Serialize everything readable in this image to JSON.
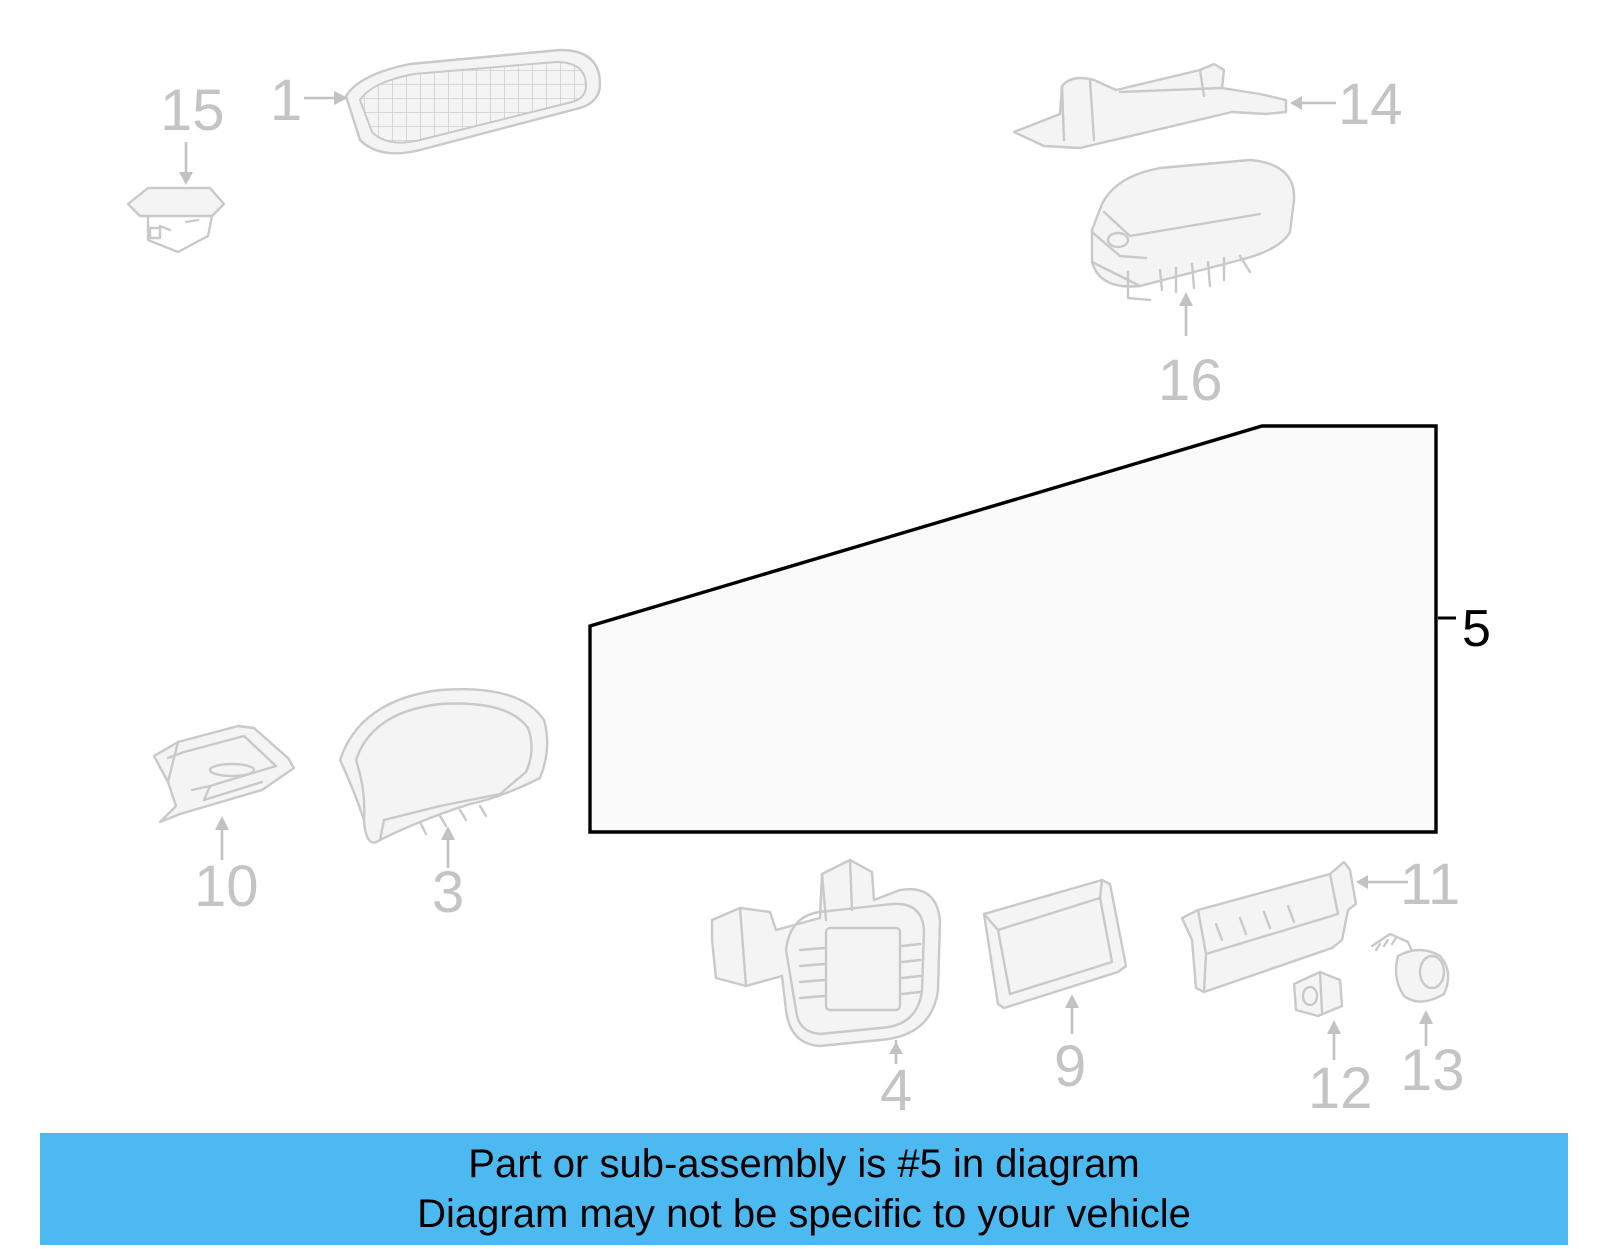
{
  "diagram": {
    "highlighted_part": "5",
    "callouts": {
      "c1": "1",
      "c3": "3",
      "c4": "4",
      "c5": "5",
      "c9": "9",
      "c10": "10",
      "c11": "11",
      "c12": "12",
      "c13": "13",
      "c14": "14",
      "c15": "15",
      "c16": "16"
    },
    "colors": {
      "inactive": "#c4c4c4",
      "highlight_outline": "#000000",
      "highlight_fill": "#fafafa",
      "banner": "#4cb9f1"
    }
  },
  "banner": {
    "line1": "Part or sub-assembly is #5 in diagram",
    "line2": "Diagram may not be specific to your vehicle"
  }
}
